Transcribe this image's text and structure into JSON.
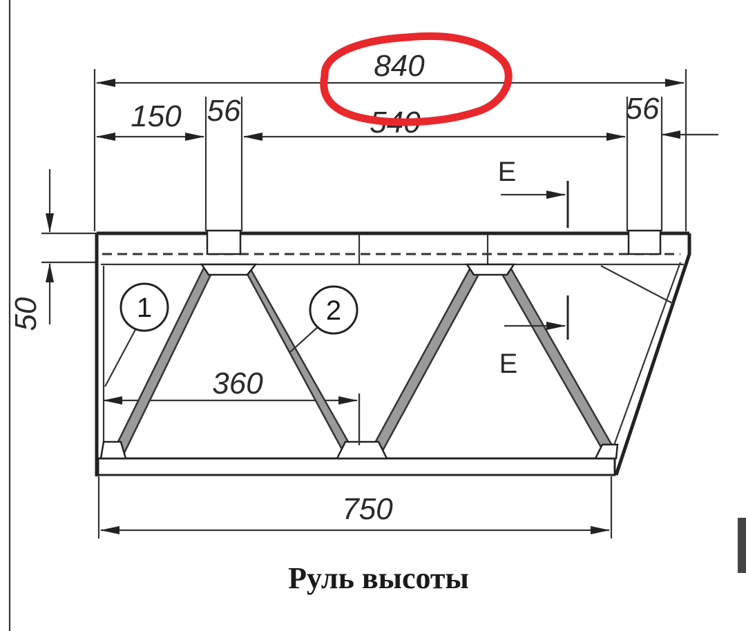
{
  "dimensions": {
    "overall": "840",
    "obscured": "540",
    "left_offset": "150",
    "spar_left": "56",
    "spar_right": "56",
    "height": "50",
    "inner": "360",
    "bottom": "750"
  },
  "callouts": {
    "part_1": "1",
    "part_2": "2"
  },
  "section_mark": {
    "top": "E",
    "bottom": "E"
  },
  "caption": "Руль высоты",
  "colors": {
    "line": "#222222",
    "highlight": "#e8282c",
    "fill": "#9a9a9a"
  }
}
